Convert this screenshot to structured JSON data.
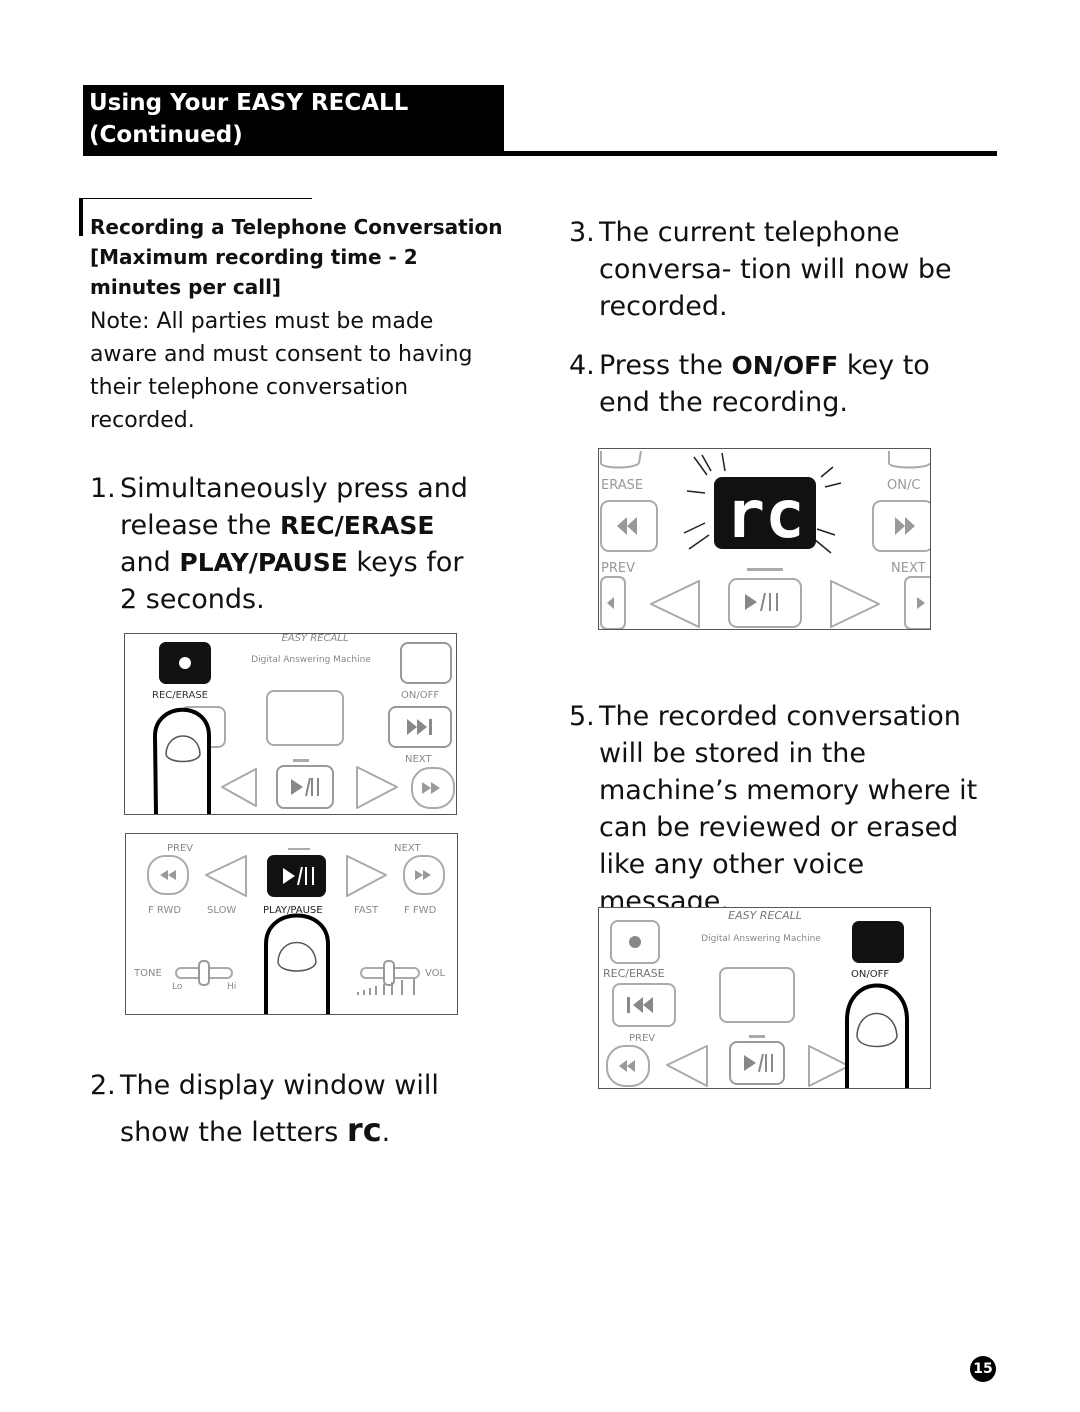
{
  "header": {
    "line1": "Using Your EASY RECALL",
    "line2": "(Continued)"
  },
  "section": {
    "heading_line1": "Recording a Telephone Conversation",
    "heading_line2": "[Maximum recording time - 2",
    "heading_line3": "minutes per call]",
    "note_label": "Note:",
    "note_text": " All parties must be made aware and must consent to having their telephone conversation recorded."
  },
  "steps": [
    {
      "num": "1.",
      "pre": "Simultaneously press and release the ",
      "key1": "REC/ERASE",
      "mid": " and ",
      "key2": "PLAY/PAUSE",
      "post": " keys for 2 seconds."
    },
    {
      "num": "2.",
      "pre": "The display window will show the letters ",
      "key1": "rc",
      "post": "."
    },
    {
      "num": "3.",
      "pre": "The current telephone conversa- tion will now be recorded."
    },
    {
      "num": "4.",
      "pre": "Press the ",
      "key1": "ON/OFF",
      "post": " key to end the recording."
    },
    {
      "num": "5.",
      "pre": "The recorded conversation will be stored in the machine’s memory where it can be reviewed or erased like any other voice message."
    }
  ],
  "device": {
    "brand": "EASY RECALL",
    "tagline": "Digital Answering Machine",
    "rec_erase": "REC/ERASE",
    "on_off": "ON/OFF",
    "next": "NEXT",
    "prev": "PREV",
    "erase_partial": "ERASE",
    "on_partial": "ON/C",
    "f_rwd": "F RWD",
    "slow": "SLOW",
    "play_pause": "PLAY/PAUSE",
    "fast": "FAST",
    "f_fwd": "F FWD",
    "tone": "TONE",
    "lo": "Lo",
    "hi": "Hi",
    "vol": "VOL",
    "display": "rc"
  },
  "page_number": "15",
  "colors": {
    "ink": "#111111",
    "key_outline": "#888888",
    "label": "#777777"
  }
}
